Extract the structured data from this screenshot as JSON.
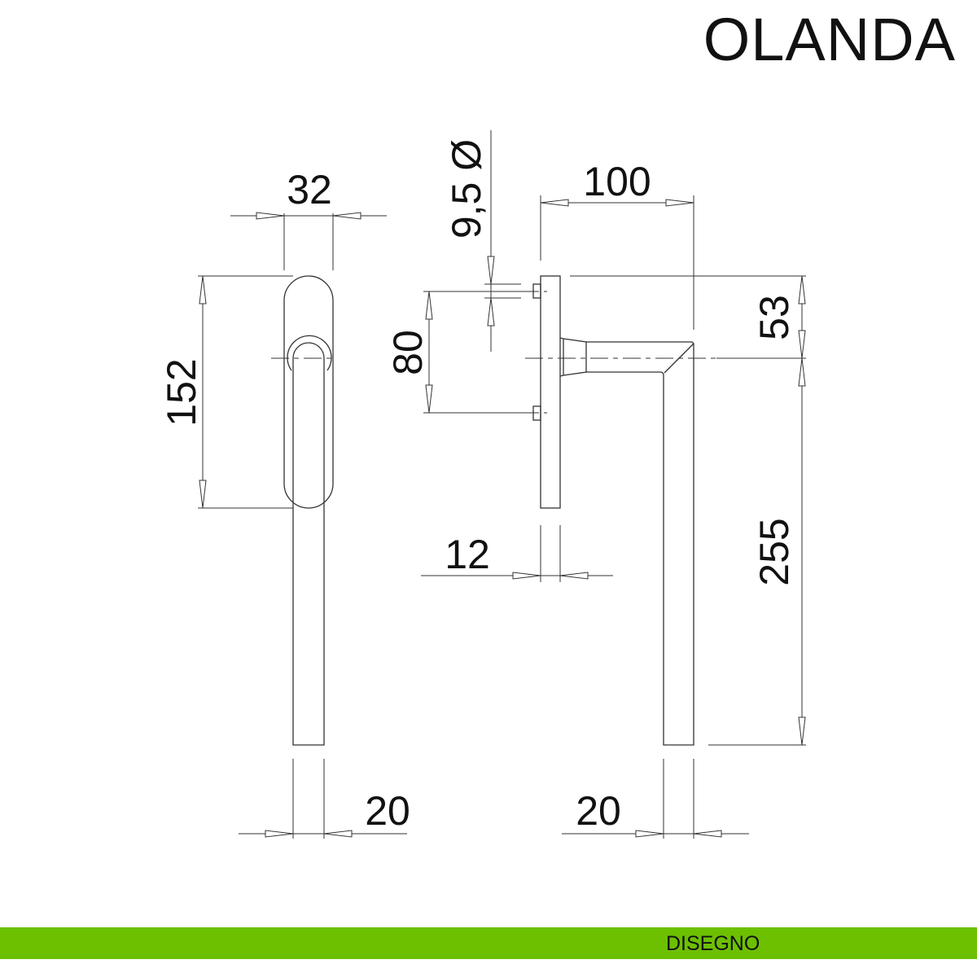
{
  "header": {
    "title": "OLANDA"
  },
  "footer": {
    "label": "DISEGNO",
    "color": "#6cc000"
  },
  "dimensions": {
    "front_width": "32",
    "front_height": "152",
    "front_lever_width": "20",
    "screw_diameter": "9,5 Ø",
    "lever_projection": "100",
    "screw_spacing": "80",
    "plate_thickness": "12",
    "axis_offset": "53",
    "lever_length": "255",
    "side_lever_width": "20"
  }
}
